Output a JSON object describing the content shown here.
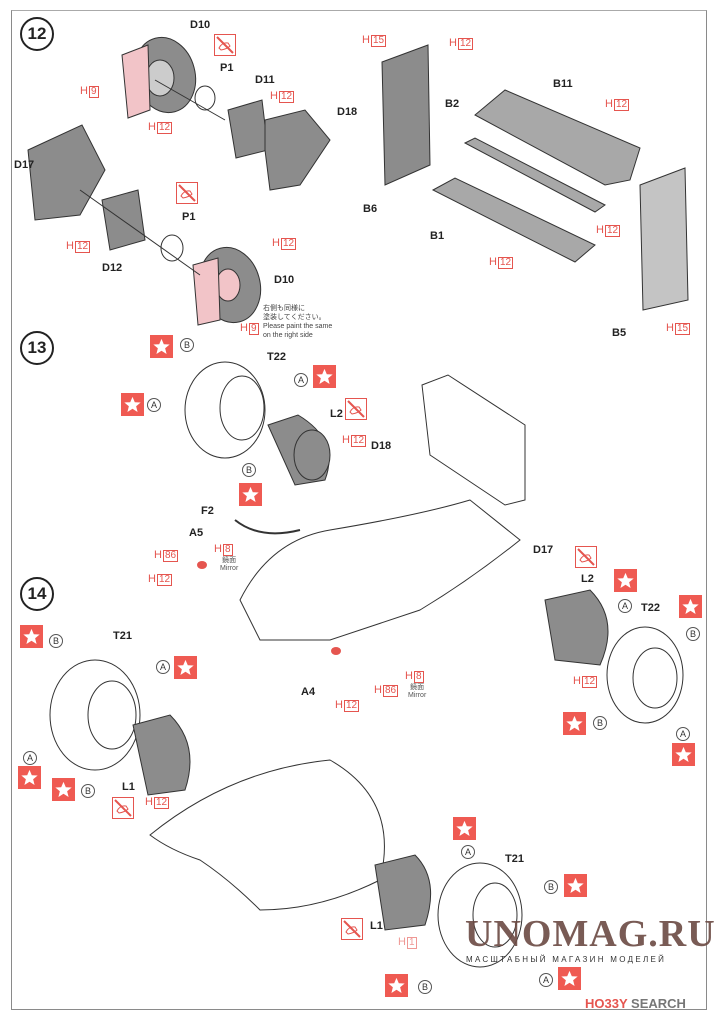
{
  "steps": {
    "s12": "12",
    "s13": "13",
    "s14": "14"
  },
  "parts": {
    "d10_top": "D10",
    "p1_top": "P1",
    "d11": "D11",
    "d18_top": "D18",
    "d17_top": "D17",
    "d12": "D12",
    "p1_bot": "P1",
    "d10_bot": "D10",
    "b11": "B11",
    "b2": "B2",
    "b6": "B6",
    "b1": "B1",
    "b5": "B5",
    "t22_13": "T22",
    "l2_13": "L2",
    "d18_13": "D18",
    "f2": "F2",
    "a5": "A5",
    "a4": "A4",
    "d17_13": "D17",
    "l2_r": "L2",
    "t22_r": "T22",
    "t21_l": "T21",
    "l1_l": "L1",
    "l1_r": "L1",
    "t21_r": "T21"
  },
  "paint": {
    "prefix": "H",
    "h9": "9",
    "h12": "12",
    "h15": "15",
    "h8": "8",
    "h86": "86",
    "h1": "1"
  },
  "labels": {
    "mirror_jp": "鏡面",
    "mirror_en": "Mirror",
    "note_jp_1": "右側も同様に",
    "note_jp_2": "塗装してください。",
    "note_en_1": "Please paint the same",
    "note_en_2": "on the right side",
    "callout_a": "A",
    "callout_b": "B"
  },
  "icons": {
    "star": "decal-star-icon",
    "no_glue": "no-glue-icon"
  },
  "watermark": {
    "title": "UNOMAG.RU",
    "subtitle": "МАСШТАБНЫЙ МАГАЗИН МОДЕЛЕЙ"
  },
  "brand": {
    "part1": "HO33Y",
    "part2": " SEARCH"
  },
  "colors": {
    "paint_red": "#e5554f",
    "decal_star_bg": "#ef5a52",
    "part_gray": "#8c8c8c",
    "caliper_pink": "#f2c4c8"
  }
}
